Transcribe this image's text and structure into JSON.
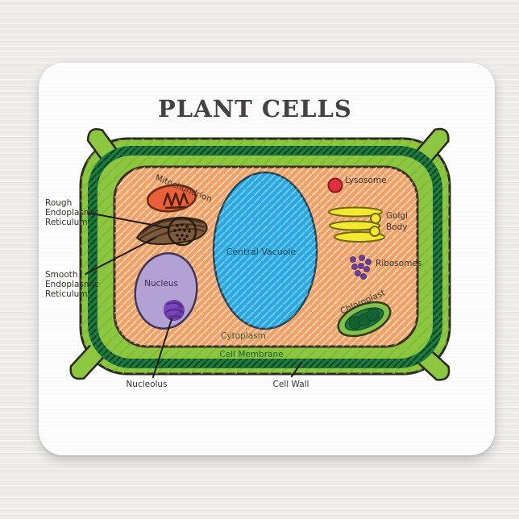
{
  "title": "PLANT CELLS",
  "diagram_labels": {
    "mitochondrion": "Mitochondrion",
    "rough_er": [
      "Rough",
      "Endoplasmic",
      "Reticulum"
    ],
    "smooth_er": [
      "Smooth",
      "Endoplasmic",
      "Reticulum"
    ],
    "lysosome": "Lysosome",
    "golgi_body": [
      "Golgi",
      "Body"
    ],
    "central_vacuole": "Central Vacuole",
    "ribosomes": "Ribosomes",
    "nucleus": "Nucleus",
    "chloroplast": "Chloroplast",
    "cytoplasm": "Cytoplasm",
    "cell_membrane": "Cell Membrane",
    "nucleolus": "Nucleolus",
    "cell_wall": "Cell Wall"
  },
  "colors": {
    "cell_wall_green": "#8dc63f",
    "membrane_dark_green": "#1c7a40",
    "cytoplasm_orange": "#f0a166",
    "vacuole_blue": "#2aa9e0",
    "nucleus_purple": "#b2a1d3",
    "nucleolus_purple": "#6a3ea6",
    "mitochondrion_red_orange": "#e9603a",
    "er_brown": "#7d5b3c",
    "lysosome_red": "#e12f3f",
    "golgi_yellow": "#f2e930",
    "ribosome_purple": "#6a3f9f",
    "chloroplast_green": "#1e7a3c",
    "title_color": "#454341"
  }
}
